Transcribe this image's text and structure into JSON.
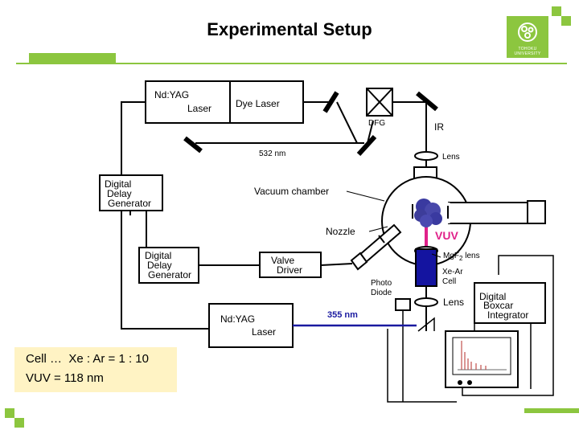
{
  "title": "Experimental Setup",
  "logo": {
    "text1": "TOHOKU",
    "text2": "UNIVERSITY"
  },
  "labels": {
    "ndyag_top_1": "Nd:YAG",
    "ndyag_top_2": "Laser",
    "dye_laser": "Dye Laser",
    "dfg": "DFG",
    "ir": "IR",
    "nm532": "532 nm",
    "lens_top": "Lens",
    "vacuum_chamber": "Vacuum chamber",
    "ddg1_1": "Digital",
    "ddg1_2": "Delay",
    "ddg1_3": "Generator",
    "nozzle": "Nozzle",
    "vuv": "VUV",
    "mgf2_pre": "MgF",
    "mgf2_sub": "2",
    "mgf2_post": " lens",
    "ddg2_1": "Digital",
    "ddg2_2": "Delay",
    "ddg2_3": "Generator",
    "valve_1": "Valve",
    "valve_2": "Driver",
    "xear_1": "Xe-Ar",
    "xear_2": "Cell",
    "photo_1": "Photo",
    "photo_2": "Diode",
    "lens_bottom": "Lens",
    "boxcar_1": "Digital",
    "boxcar_2": "Boxcar",
    "boxcar_3": "Integrator",
    "ndyag_bot_1": "Nd:YAG",
    "ndyag_bot_2": "Laser",
    "nm355": "355 nm"
  },
  "note": {
    "line1": "Cell …  Xe : Ar = 1 : 10",
    "line2": "VUV = 118 nm"
  },
  "colors": {
    "accent": "#8cc63f",
    "vuv": "#e0218a",
    "uv_line": "#1a1aa0",
    "note_bg": "#fff3c4"
  }
}
